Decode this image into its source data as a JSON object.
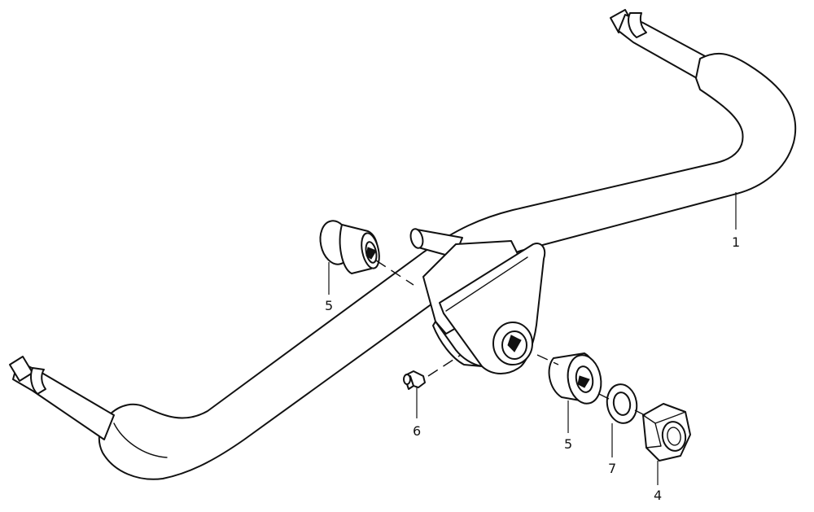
{
  "callouts": [
    {
      "id": "stabilizer-bar",
      "label": "1"
    },
    {
      "id": "bushing-left",
      "label": "5"
    },
    {
      "id": "grease-nipple",
      "label": "6"
    },
    {
      "id": "bushing-right",
      "label": "5"
    },
    {
      "id": "washer",
      "label": "7"
    },
    {
      "id": "nut",
      "label": "4"
    }
  ]
}
